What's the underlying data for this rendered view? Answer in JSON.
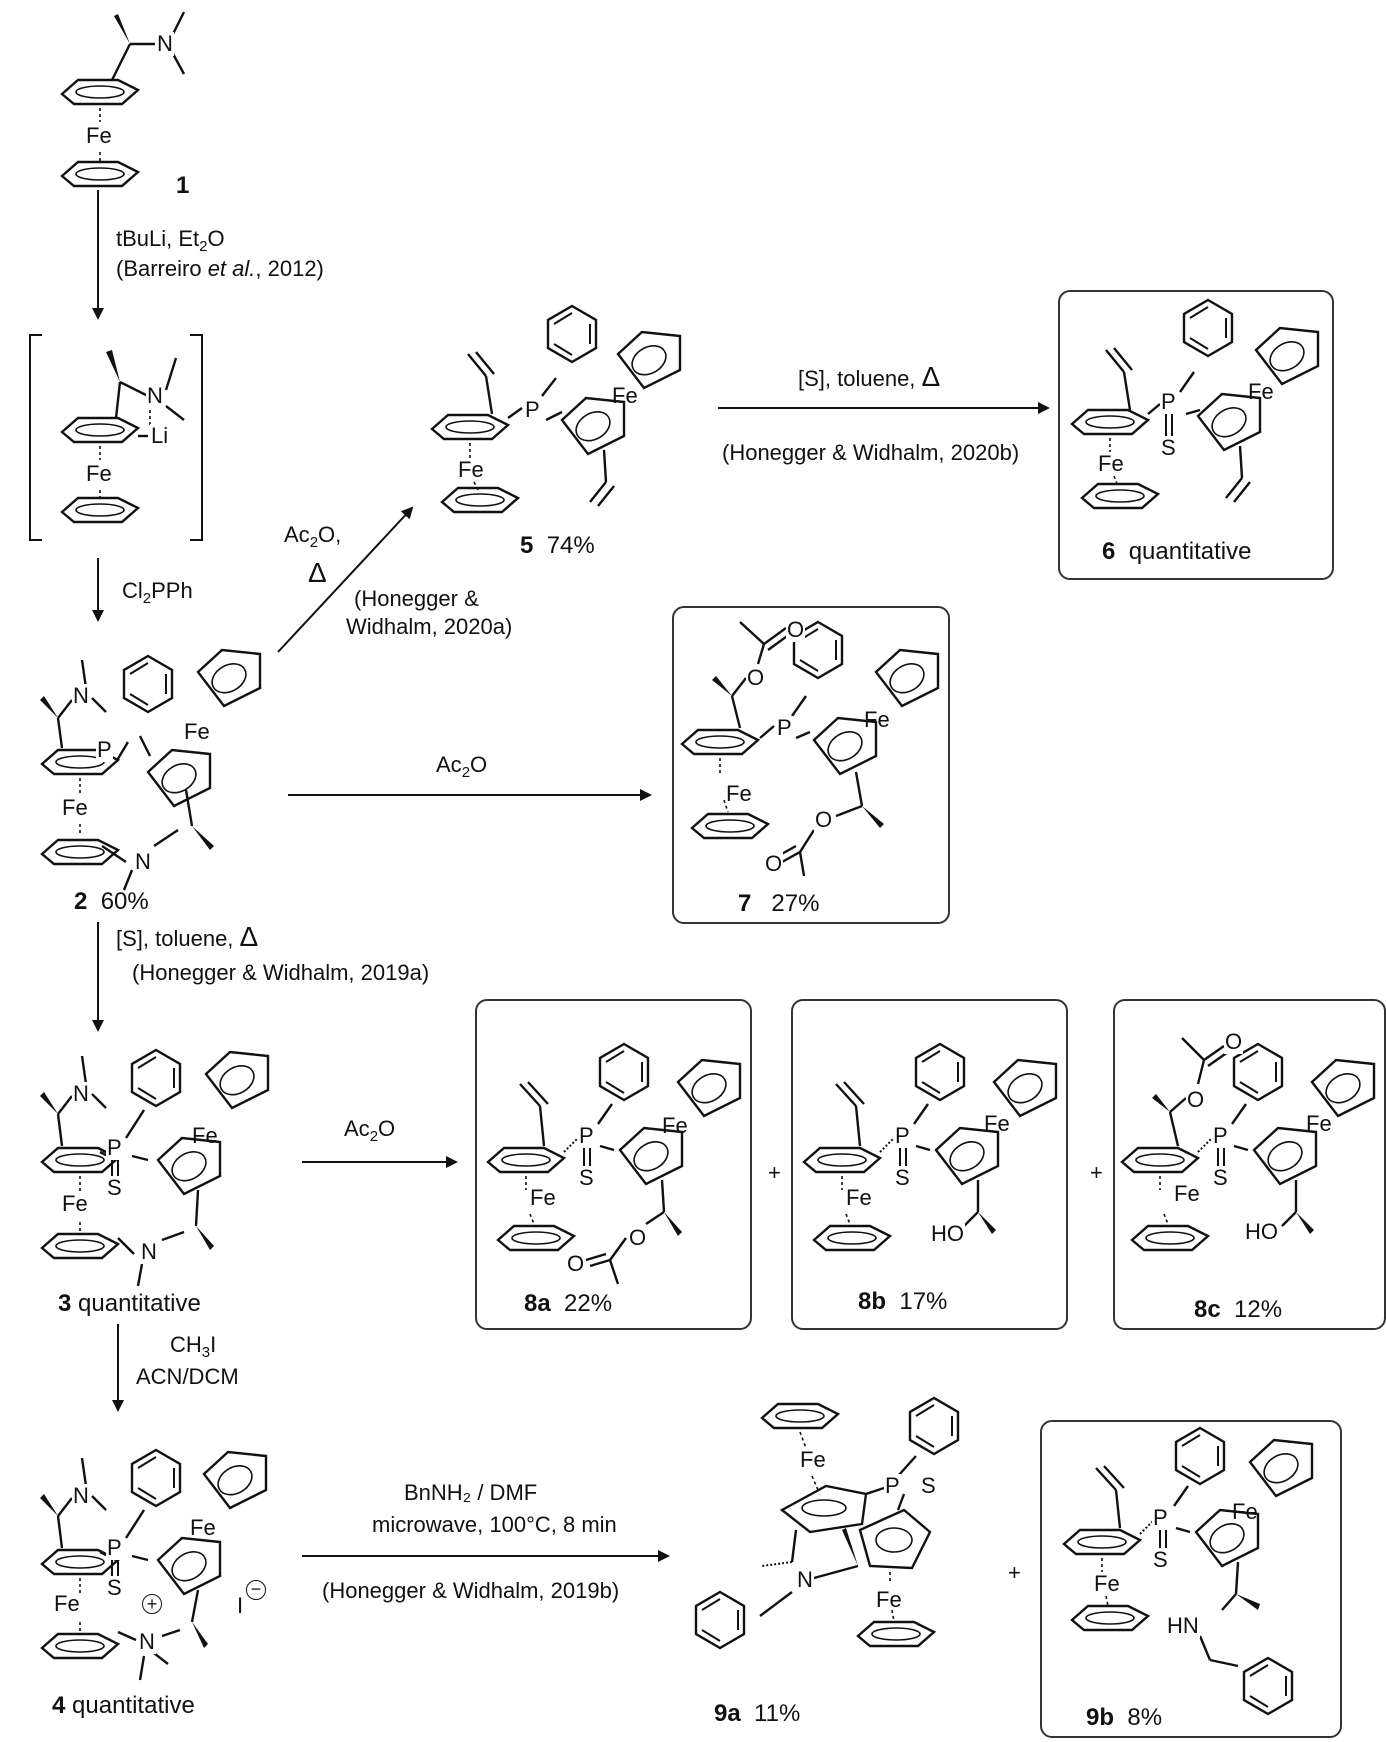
{
  "compounds": {
    "c1": {
      "number": "1"
    },
    "c2": {
      "number": "2",
      "yield": "60%"
    },
    "c3": {
      "number": "3",
      "yield": "quantitative"
    },
    "c4": {
      "number": "4",
      "yield": "quantitative"
    },
    "c5": {
      "number": "5",
      "yield": "74%"
    },
    "c6": {
      "number": "6",
      "yield": "quantitative"
    },
    "c7": {
      "number": "7",
      "yield": "27%"
    },
    "c8a": {
      "number": "8a",
      "yield": "22%"
    },
    "c8b": {
      "number": "8b",
      "yield": "17%"
    },
    "c8c": {
      "number": "8c",
      "yield": "12%"
    },
    "c9a": {
      "number": "9a",
      "yield": "11%"
    },
    "c9b": {
      "number": "9b",
      "yield": "8%"
    }
  },
  "reagents": {
    "step1": {
      "line1_pre": "tBuLi, Et",
      "line1_sub": "2",
      "line1_post": "O",
      "ref_pre": "(Barreiro ",
      "ref_it": "et al.",
      "ref_post": ", 2012)"
    },
    "step2": {
      "pre": "Cl",
      "sub": "2",
      "post": "PPh"
    },
    "step3": {
      "line1": "[S], toluene,",
      "delta": "Δ",
      "ref": "(Honegger & Widhalm, 2019a)"
    },
    "step4": {
      "line1_pre": "CH",
      "line1_sub": "3",
      "line1_post": "I",
      "line2": "ACN/DCM"
    },
    "to5": {
      "line1_pre": "Ac",
      "line1_sub": "2",
      "line1_post": "O,",
      "delta": "Δ",
      "ref1": "(Honegger &",
      "ref2": "Widhalm, 2020a)"
    },
    "to6": {
      "line1": "[S], toluene,",
      "delta": "Δ",
      "ref": "(Honegger & Widhalm, 2020b)"
    },
    "to7": {
      "pre": "Ac",
      "sub": "2",
      "post": "O"
    },
    "to8": {
      "pre": "Ac",
      "sub": "2",
      "post": "O"
    },
    "to9": {
      "line1": "BnNH₂ / DMF",
      "line2": "microwave, 100°C, 8 min",
      "ref": "(Honegger & Widhalm, 2019b)"
    }
  },
  "atoms": {
    "fe": "Fe",
    "n": "N",
    "p": "P",
    "s": "S",
    "o": "O",
    "li": "Li",
    "ho": "HO",
    "hn": "HN",
    "iodide": "I",
    "plus": "+"
  }
}
